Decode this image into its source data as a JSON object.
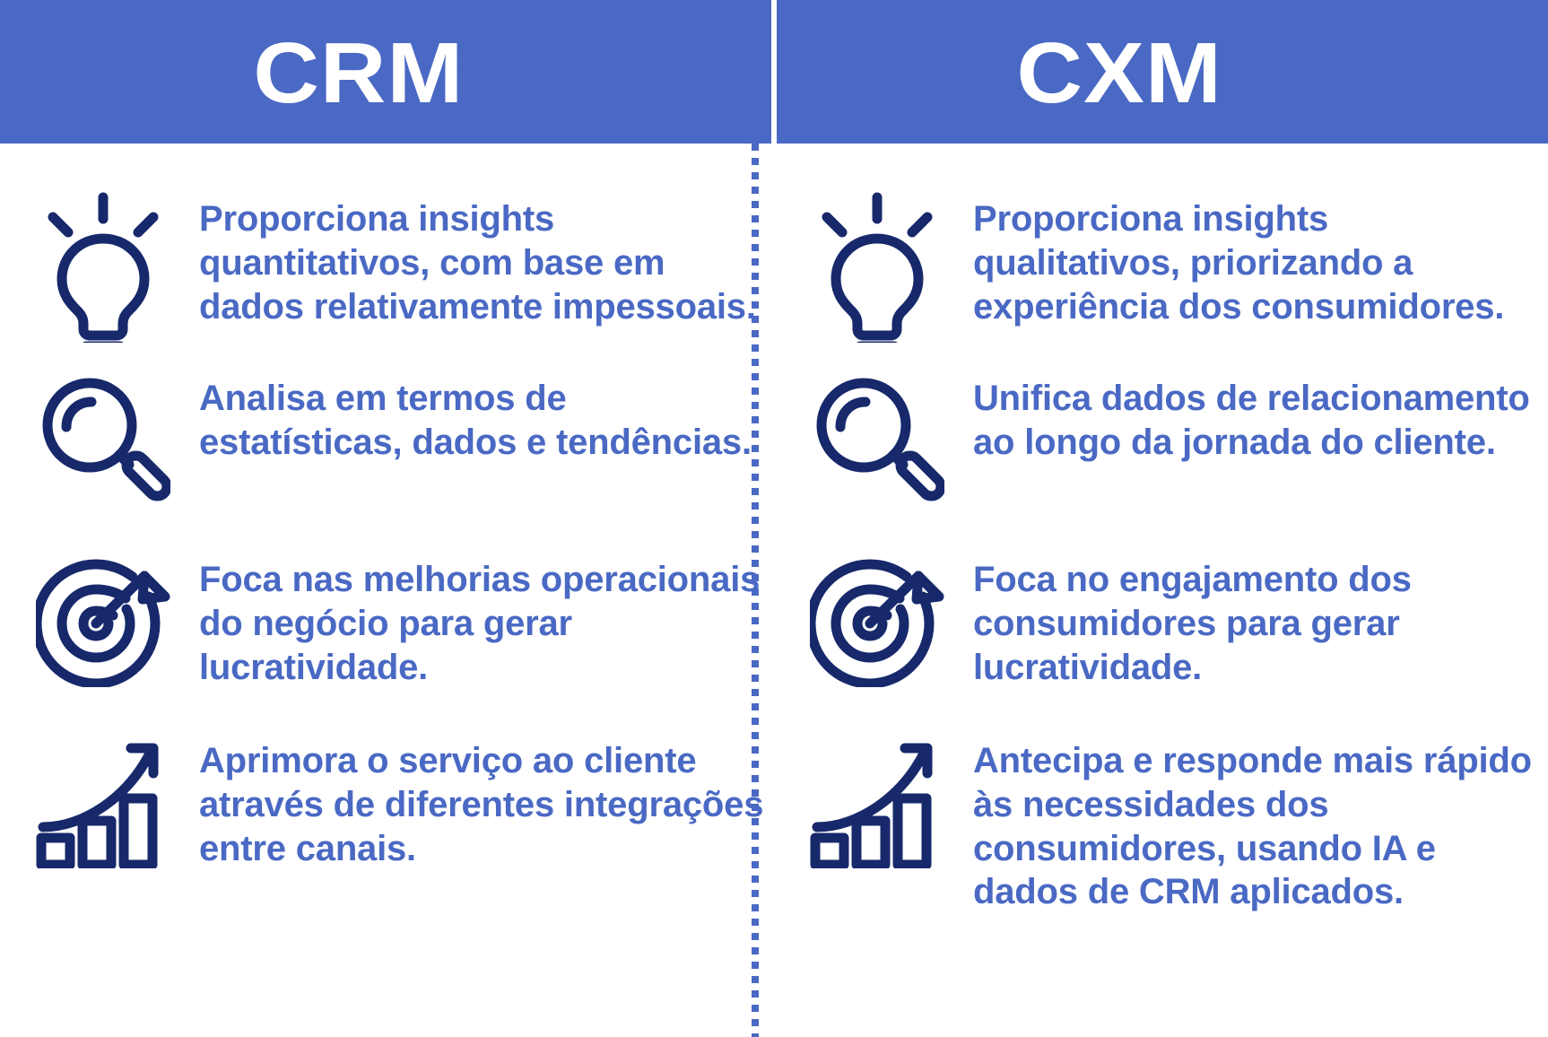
{
  "theme": {
    "header_bg": "#4a69c4",
    "body_text_color": "#4a69c4",
    "icon_color": "#17296b",
    "page_bg": "#ffffff",
    "divider_color": "#4a69c4"
  },
  "columns": [
    {
      "id": "crm",
      "title": "CRM",
      "items": [
        {
          "icon": "lightbulb-icon",
          "text": "Proporciona insights quantitativos, com base em dados relativamente impessoais."
        },
        {
          "icon": "magnifying-glass-icon",
          "text": "Analisa em termos de estatísticas, dados e tendências."
        },
        {
          "icon": "target-arrow-icon",
          "text": "Foca nas melhorias operacionais do negócio para gerar lucratividade."
        },
        {
          "icon": "growth-bar-chart-icon",
          "text": "Aprimora o serviço ao cliente através de diferentes integrações entre canais."
        }
      ]
    },
    {
      "id": "cxm",
      "title": "CXM",
      "items": [
        {
          "icon": "lightbulb-icon",
          "text": "Proporciona insights qualitativos, priorizando a experiência dos consumidores."
        },
        {
          "icon": "magnifying-glass-icon",
          "text": "Unifica dados de relacionamento ao longo da jornada do cliente."
        },
        {
          "icon": "target-arrow-icon",
          "text": "Foca no engajamento dos consumidores para gerar lucratividade."
        },
        {
          "icon": "growth-bar-chart-icon",
          "text": "Antecipa e responde mais rápido às necessidades dos consumidores, usando IA e dados de CRM aplicados."
        }
      ]
    }
  ]
}
